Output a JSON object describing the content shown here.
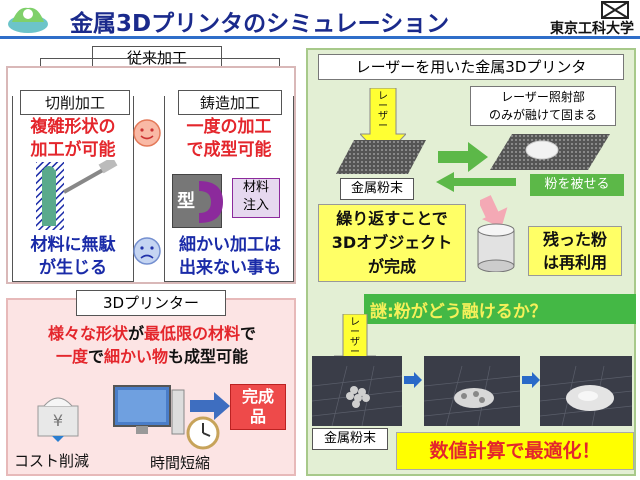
{
  "header": {
    "title": "金属3Dプリンタのシミュレーション",
    "logo": "東京工科大学"
  },
  "conventional": {
    "heading": "従来加工",
    "cutting": {
      "label": "切削加工",
      "merit": [
        "複雑形状の",
        "加工が可能"
      ],
      "demerit": [
        "材料に無駄",
        "が生じる"
      ]
    },
    "casting": {
      "label": "鋳造加工",
      "merit": [
        "一度の加工",
        "で成型可能"
      ],
      "mold_label": "型",
      "material_label": [
        "材料",
        "注入"
      ],
      "demerit": [
        "細かい加工は",
        "出来ない事も"
      ]
    }
  },
  "printer3d": {
    "label": "3Dプリンター",
    "desc_line1_parts": [
      "様々な形状",
      "が",
      "最低限の材料",
      "で"
    ],
    "desc_line2_parts": [
      "一度",
      "で",
      "細かい物",
      "も成型可能"
    ],
    "cost_label": "コスト削減",
    "time_label": "時間短縮",
    "done_label": [
      "完成",
      "品"
    ]
  },
  "metal3d": {
    "heading": "レーザーを用いた金属3Dプリンタ",
    "laser_label": [
      "レ",
      "ー",
      "ザ",
      "ー"
    ],
    "powder_label": "金属粉末",
    "melt_label": [
      "レーザー照射部",
      "のみが融けて固まる"
    ],
    "cover_label": "粉を被せる",
    "repeat_label": [
      "繰り返すことで",
      "3Dオブジェクト",
      "が完成"
    ],
    "reuse_label": [
      "残った粉",
      "は再利用"
    ],
    "question": "謎:粉がどう融けるか？",
    "laser2_label": [
      "レ",
      "ー",
      "ザ",
      "ー"
    ],
    "powder2_label": "金属粉末",
    "optimize": "数値計算で最適化！"
  },
  "colors": {
    "accent_red": "#e4262c",
    "accent_blue": "#1a2ba8",
    "title_navy": "#1a2a8c",
    "green_band": "#44b845"
  }
}
